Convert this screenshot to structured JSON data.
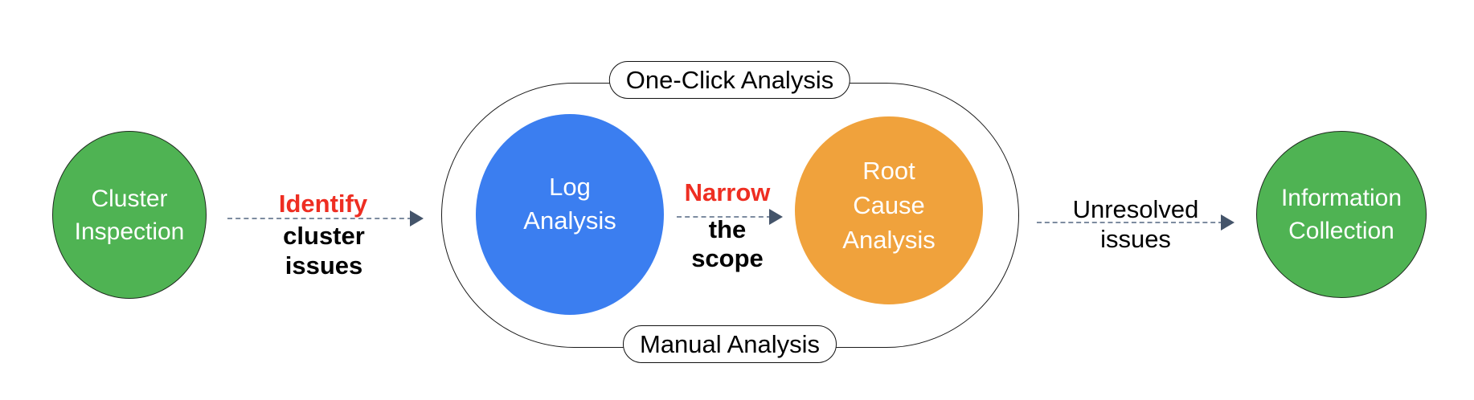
{
  "diagram": {
    "nodes": {
      "cluster_inspection": {
        "label": "Cluster\nInspection",
        "color": "#4fb353"
      },
      "log_analysis": {
        "label": "Log\nAnalysis",
        "color": "#3b7ef0"
      },
      "root_cause_analysis": {
        "label": "Root\nCause\nAnalysis",
        "color": "#f0a23c"
      },
      "information_collection": {
        "label": "Information\nCollection",
        "color": "#4fb353"
      }
    },
    "group": {
      "top_label": "One-Click Analysis",
      "bottom_label": "Manual Analysis"
    },
    "arrows": [
      {
        "name": "identify-cluster-issues",
        "emphasis": "Identify",
        "detail": "cluster\nissues",
        "emphasis_color": "#ee2e22"
      },
      {
        "name": "narrow-the-scope",
        "emphasis": "Narrow",
        "detail": "the\nscope",
        "emphasis_color": "#ee2e22"
      },
      {
        "name": "unresolved-issues",
        "top_text": "Unresolved",
        "bottom_text": "issues"
      }
    ],
    "colors": {
      "node_green": "#4fb353",
      "node_blue": "#3b7ef0",
      "node_orange": "#f0a23c",
      "emphasis_red": "#ee2e22",
      "arrow_line": "#7d8ca0",
      "arrow_head": "#44546a",
      "node_text": "#ffffff",
      "background": "#ffffff"
    }
  }
}
